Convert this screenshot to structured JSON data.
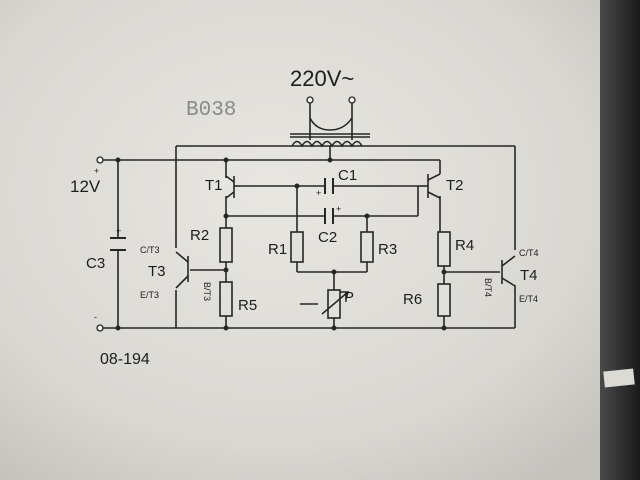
{
  "diagram": {
    "supply_ac": "220V~",
    "code": "B038",
    "supply_dc": "12V",
    "ref_number": "08-194",
    "components": {
      "T1": "T1",
      "T2": "T2",
      "T3": "T3",
      "T4": "T4",
      "C1": "C1",
      "C2": "C2",
      "C3": "C3",
      "R1": "R1",
      "R2": "R2",
      "R3": "R3",
      "R4": "R4",
      "R5": "R5",
      "R6": "R6",
      "P": "P"
    },
    "pins": {
      "c_t3": "C/T3",
      "e_t3": "E/T3",
      "b_t3": "B/T3",
      "c_t4": "C/T4",
      "e_t4": "E/T4",
      "b_t4": "B/T4"
    },
    "polarity": {
      "plus": "+",
      "minus": "-"
    }
  }
}
